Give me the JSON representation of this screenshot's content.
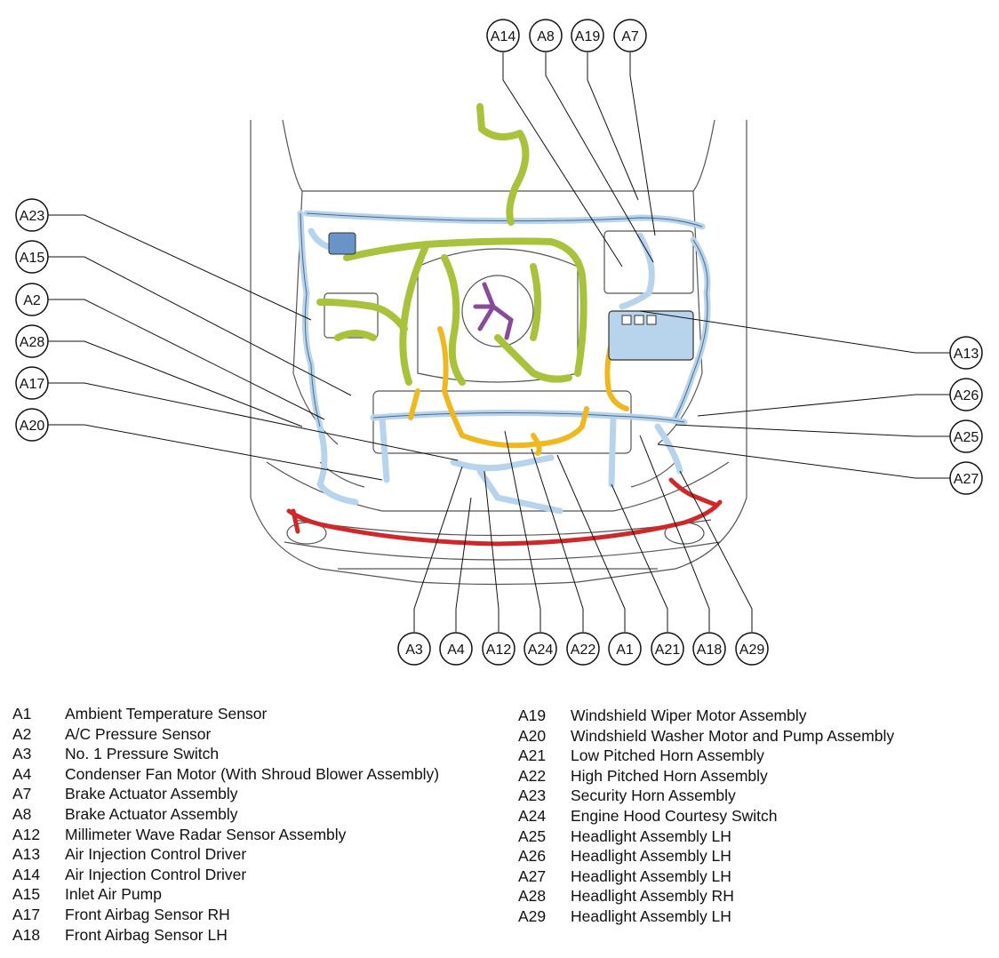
{
  "callouts": {
    "top": [
      "A14",
      "A8",
      "A19",
      "A7"
    ],
    "left": [
      "A23",
      "A15",
      "A2",
      "A28",
      "A17",
      "A20"
    ],
    "right": [
      "A13",
      "A26",
      "A25",
      "A27"
    ],
    "bottom": [
      "A3",
      "A4",
      "A12",
      "A24",
      "A22",
      "A1",
      "A21",
      "A18",
      "A29"
    ]
  },
  "legend_left": [
    {
      "code": "A1",
      "desc": "Ambient Temperature Sensor"
    },
    {
      "code": "A2",
      "desc": "A/C Pressure Sensor"
    },
    {
      "code": "A3",
      "desc": "No. 1 Pressure Switch"
    },
    {
      "code": "A4",
      "desc": "Condenser Fan Motor (With Shroud Blower Assembly)"
    },
    {
      "code": "A7",
      "desc": "Brake Actuator Assembly"
    },
    {
      "code": "A8",
      "desc": "Brake Actuator Assembly"
    },
    {
      "code": "A12",
      "desc": "Millimeter Wave Radar Sensor Assembly"
    },
    {
      "code": "A13",
      "desc": "Air Injection Control Driver"
    },
    {
      "code": "A14",
      "desc": "Air Injection Control Driver"
    },
    {
      "code": "A15",
      "desc": "Inlet Air Pump"
    },
    {
      "code": "A17",
      "desc": "Front Airbag Sensor RH"
    },
    {
      "code": "A18",
      "desc": "Front Airbag Sensor LH"
    }
  ],
  "legend_right": [
    {
      "code": "A19",
      "desc": "Windshield Wiper Motor Assembly"
    },
    {
      "code": "A20",
      "desc": "Windshield Washer Motor and Pump Assembly"
    },
    {
      "code": "A21",
      "desc": "Low Pitched Horn Assembly"
    },
    {
      "code": "A22",
      "desc": "High Pitched Horn Assembly"
    },
    {
      "code": "A23",
      "desc": "Security Horn Assembly"
    },
    {
      "code": "A24",
      "desc": "Engine Hood Courtesy Switch"
    },
    {
      "code": "A25",
      "desc": "Headlight Assembly LH"
    },
    {
      "code": "A26",
      "desc": "Headlight Assembly LH"
    },
    {
      "code": "A27",
      "desc": "Headlight Assembly LH"
    },
    {
      "code": "A28",
      "desc": "Headlight Assembly RH"
    },
    {
      "code": "A29",
      "desc": "Headlight Assembly LH"
    }
  ],
  "colors": {
    "harness_blue": "#b8d4ec",
    "harness_green": "#a8c23c",
    "harness_yellow": "#f0b820",
    "harness_red": "#d02828",
    "harness_purple": "#8a4a9a",
    "outline": "#333333"
  }
}
